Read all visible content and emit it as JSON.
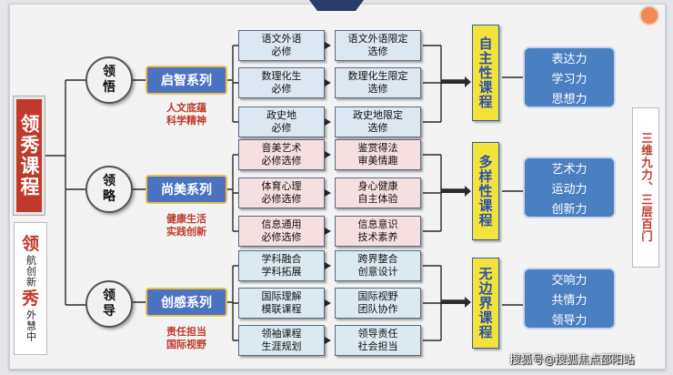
{
  "title": "领秀课程",
  "slogan": {
    "big1": "领",
    "col1": "航创新",
    "big2": "秀",
    "col2": "外慧中"
  },
  "branches": [
    {
      "circle": "领\n悟",
      "series": "启智系列",
      "tag": "人文底蕴\n科学精神",
      "left": [
        "语文外语\n必修",
        "数理化生\n必修",
        "政史地\n必修"
      ],
      "right": [
        "语文外语限定\n选修",
        "数理化生限定\n选修",
        "政史地限定\n选修"
      ],
      "course_type": "自主性课程",
      "abilities": [
        "表达力",
        "学习力",
        "思想力"
      ]
    },
    {
      "circle": "领\n略",
      "series": "尚美系列",
      "tag": "健康生活\n实践创新",
      "left": [
        "音美艺术\n必修选修",
        "体育心理\n必修选修",
        "信息通用\n必修选修"
      ],
      "right": [
        "鉴赏得法\n审美情趣",
        "身心健康\n自主体验",
        "信息意识\n技术素养"
      ],
      "course_type": "多样性课程",
      "abilities": [
        "艺术力",
        "运动力",
        "创新力"
      ]
    },
    {
      "circle": "领\n导",
      "series": "创感系列",
      "tag": "责任担当\n国际视野",
      "left": [
        "学科融合\n学科拓展",
        "国际理解\n模联课程",
        "领袖课程\n生涯规划"
      ],
      "right": [
        "跨界整合\n创意设计",
        "国际视野\n团队协作",
        "领导责任\n社会担当"
      ],
      "course_type": "无边界课程",
      "abilities": [
        "交响力",
        "共情力",
        "领导力"
      ]
    }
  ],
  "side_label": "三维九力、三层百门",
  "watermark": "搜狐号@搜狐焦点邵阳站"
}
